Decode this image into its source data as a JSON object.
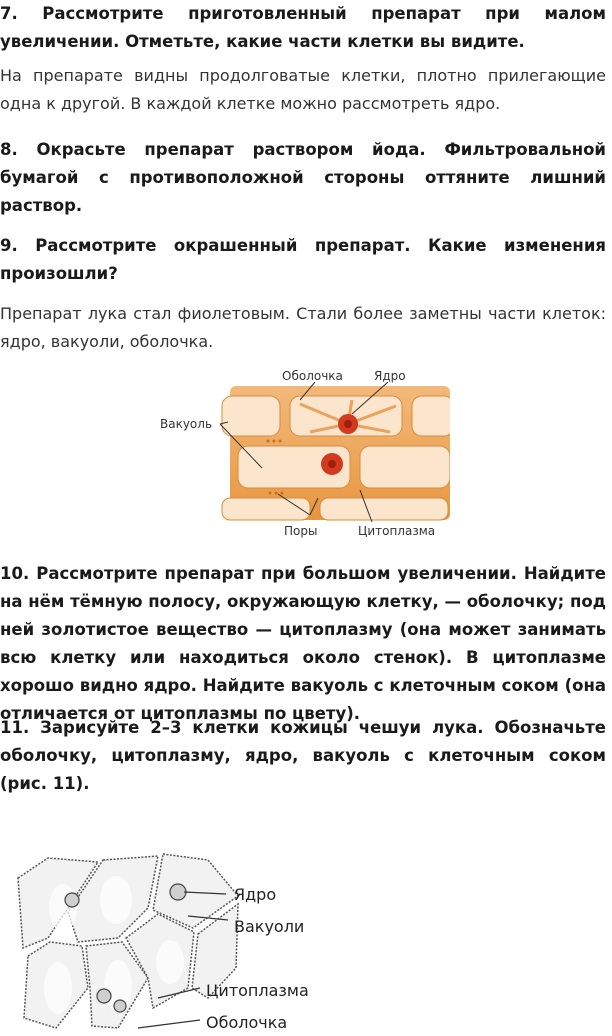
{
  "q7": "7. Рассмотрите приготовленный препарат при малом увеличении. Отметьте, какие части клетки вы видите.",
  "a7": "На препарате видны продолговатые клетки, плотно прилегающие одна к другой. В каждой клетке можно рассмотреть ядро.",
  "q8": "8. Окрасьте препарат раствором йода. Фильтровальной бумагой с противоположной стороны оттяните лишний раствор.",
  "q9": "9. Рассмотрите окрашенный препарат. Какие изменения произошли?",
  "a9": "Препарат лука стал фиолетовым. Стали более заметны части клеток: ядро, вакуоли, оболочка.",
  "figure1": {
    "labels": {
      "membrane": "Оболочка",
      "nucleus": "Ядро",
      "vacuole": "Вакуоль",
      "pores": "Поры",
      "cytoplasm": "Цитоплазма"
    },
    "colors": {
      "wall": "#e8a25a",
      "inner": "#fbe6cd",
      "nucleus": "#d23a1e"
    }
  },
  "q10": "10. Рассмотрите препарат при большом увеличении. Найдите на нём тёмную полосу, окружающую клетку, — оболочку; под ней золотистое вещество — цитоплазму (она может занимать всю клетку или находиться около стенок). В цитоплазме хорошо видно ядро. Найдите вакуоль с клеточным соком (она отличается от цитоплазмы по цвету).",
  "q11": "11. Зарисуйте 2–3 клетки кожицы чешуи лука. Обозначьте оболочку, цитоплазму, ядро, вакуоль с клеточным соком (рис. 11).",
  "figure2": {
    "labels": {
      "nucleus": "Ядро",
      "vacuoles": "Вакуоли",
      "cytoplasm": "Цитоплазма",
      "membrane": "Оболочка"
    }
  }
}
